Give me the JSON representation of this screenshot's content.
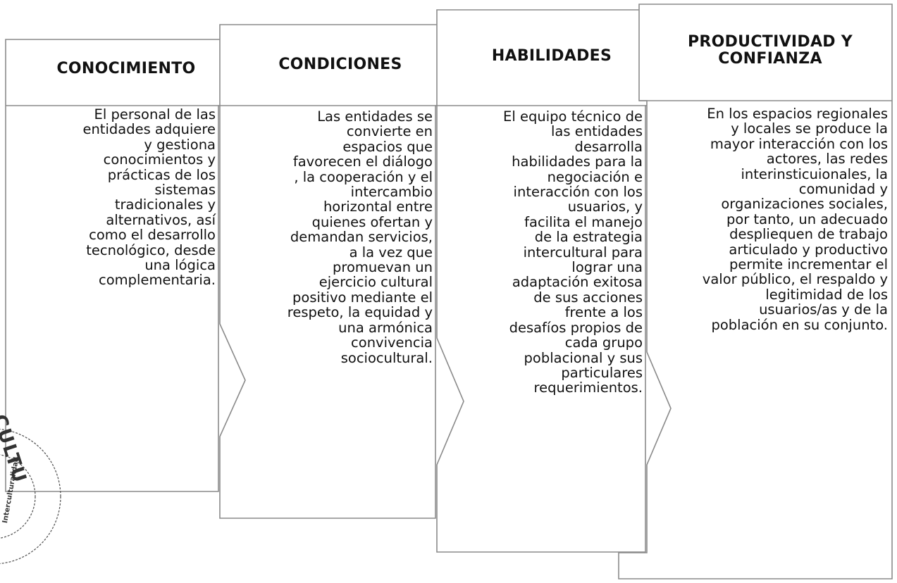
{
  "columns": [
    {
      "title": "CONOCIMIENTO",
      "text": "El personal de   las\nentidades adquiere\ny gestiona\nconocimientos y\nprácticas de los\nsistemas\ntradicionales y\nalternativos, así\ncomo el desarrollo\ntecnológico, desde\nuna lógica\ncomplementaria."
    },
    {
      "title": "CONDICIONES",
      "text": "Las entidades se\nconvierte en\nespacios que\nfavorecen el diálogo\n, la  cooperación y el\nintercambio\nhorizontal entre\nquienes ofertan y\ndemandan servicios,\na la vez que\npromuevan un\nejercicio cultural\npositivo mediante el\nrespeto, la equidad y\nuna armónica\nconvivencia\nsociocultural."
    },
    {
      "title": "HABILIDADES",
      "text": "El equipo técnico de\nlas entidades\ndesarrolla\nhabilidades para la\nnegociación e\ninteracción con los\nusuarios,  y\nfacilita el manejo\nde la estrategia\nintercultural para\nlograr una\nadaptación exitosa\nde sus acciones\nfrente a   los\ndesafíos propios de\ncada grupo\npoblacional y sus\nparticulares\nrequerimientos."
    },
    {
      "title": "PRODUCTIVIDAD Y CONFIANZA",
      "text": "En los espacios regionales\ny locales se produce la\nmayor interacción con los\nactores,  las redes\ninterinsticuionales, la\ncomunidad y\norganizaciones sociales,\npor tanto, un adecuado\ndespliequen de trabajo\narticulado y  productivo\npermite incrementar el\nvalor público, el respaldo y\nlegitimidad de los\nusuarios/as y de la\npoblación en su conjunto."
    }
  ],
  "stamp": {
    "large_text": "CULTU",
    "small_text": "Interculturalidad"
  }
}
